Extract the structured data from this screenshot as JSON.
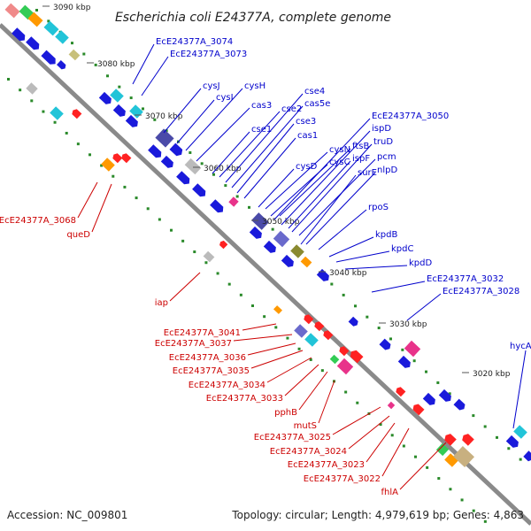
{
  "title": "Escherichia coli E24377A, complete genome",
  "footer": {
    "accession": "Accession: NC_009801",
    "summary": "Topology: circular; Length: 4,979,619 bp; Genes: 4,863"
  },
  "colors": {
    "forward_label": "#0000cc",
    "reverse_label": "#cc0000",
    "backbone": "#888888",
    "gc_dots": "#2a8a2a"
  },
  "ticks": [
    "3090 kbp",
    "3080 kbp",
    "3070 kbp",
    "3060 kbp",
    "3050 kbp",
    "3040 kbp",
    "3030 kbp",
    "3020 kbp"
  ],
  "forward_labels": [
    "EcE24377A_3074",
    "EcE24377A_3073",
    "cysJ",
    "cysI",
    "cysH",
    "cas3",
    "cse4",
    "cas5e",
    "cse2",
    "cse3",
    "cse1",
    "cas1",
    "EcE24377A_3050",
    "ispD",
    "truD",
    "ispF",
    "pcm",
    "cysN",
    "ftsB",
    "cysC",
    "surE",
    "nlpD",
    "cysD",
    "rpoS",
    "kpdB",
    "kpdC",
    "kpdD",
    "EcE24377A_3032",
    "EcE24377A_3028",
    "hycA"
  ],
  "reverse_labels": [
    "EcE24377A_3068",
    "queD",
    "iap",
    "EcE24377A_3041",
    "EcE24377A_3037",
    "EcE24377A_3036",
    "EcE24377A_3035",
    "EcE24377A_3034",
    "EcE24377A_3033",
    "pphB",
    "mutS",
    "EcE24377A_3025",
    "EcE24377A_3024",
    "EcE24377A_3023",
    "EcE24377A_3022",
    "fhlA"
  ]
}
